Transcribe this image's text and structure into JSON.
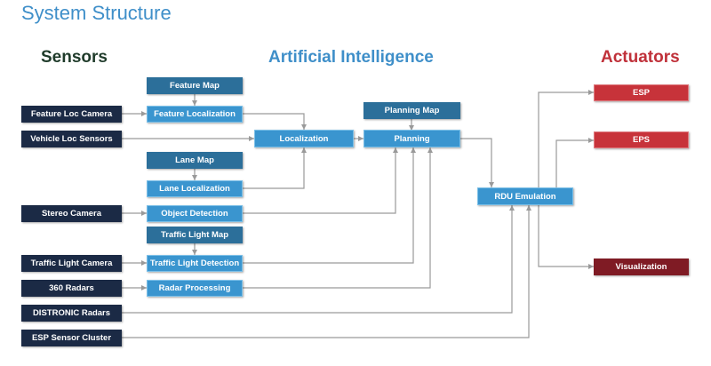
{
  "title": "System Structure",
  "headers": {
    "sensors": "Sensors",
    "ai": "Artificial Intelligence",
    "actuators": "Actuators"
  },
  "colors": {
    "title": "#3f8fc9",
    "sensors_header": "#1f3b2a",
    "ai_header": "#3f8fc9",
    "actuators_header": "#c0313a",
    "sensor_box": "#1b2a45",
    "ai_box": "#3a95cf",
    "ai_map_box": "#2c6f9a",
    "actuator_box": "#c7333a",
    "visualization_box": "#7f1b24",
    "connector": "#9a9a9a"
  },
  "sensors": {
    "feature_loc_camera": "Feature Loc Camera",
    "vehicle_loc_sensors": "Vehicle Loc Sensors",
    "stereo_camera": "Stereo Camera",
    "traffic_light_camera": "Traffic Light Camera",
    "radars_360": "360  Radars",
    "distronic_radars": "DISTRONIC Radars",
    "esp_sensor_cluster": "ESP Sensor Cluster"
  },
  "ai": {
    "feature_map": "Feature Map",
    "feature_localization": "Feature Localization",
    "localization": "Localization",
    "lane_map": "Lane Map",
    "lane_localization": "Lane Localization",
    "object_detection": "Object Detection",
    "traffic_light_map": "Traffic Light Map",
    "traffic_light_detection": "Traffic Light Detection",
    "radar_processing": "Radar Processing",
    "planning_map": "Planning Map",
    "planning": "Planning",
    "rdu_emulation": "RDU Emulation"
  },
  "actuators": {
    "esp": "ESP",
    "eps": "EPS",
    "visualization": "Visualization"
  }
}
